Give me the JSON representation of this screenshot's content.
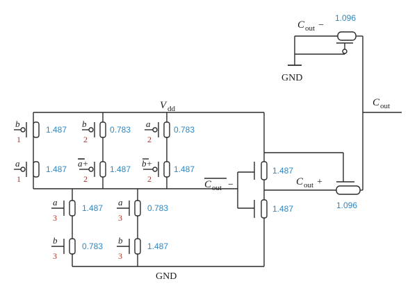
{
  "colors": {
    "value": "#2e86c1",
    "index": "#a93226",
    "wire": "#2a2a2a"
  },
  "labels": {
    "vdd_main": "V",
    "vdd_sub": "dd",
    "gnd_bottom": "GND",
    "gnd_top": "GND",
    "cout_main": "C",
    "cout_sub": "out",
    "cout_minus_main": "C",
    "cout_minus_sub": "out",
    "cout_minus_sign": "−",
    "cout_plus_main": "C",
    "cout_plus_sub": "out",
    "cout_plus_sign": "+",
    "coutbar_main": "C",
    "coutbar_sub": "out",
    "coutbar_sign": "−"
  },
  "transistors": [
    {
      "id": "pu-b1",
      "gate": "b",
      "index": "1",
      "value": "1.487"
    },
    {
      "id": "pu-b2",
      "gate": "b",
      "index": "2",
      "value": "0.783"
    },
    {
      "id": "pu-a2",
      "gate": "a",
      "index": "2",
      "value": "0.783"
    },
    {
      "id": "pu-a1",
      "gate": "a",
      "index": "1",
      "value": "1.487"
    },
    {
      "id": "pu-abar",
      "gate": "a+",
      "index": "2",
      "value": "1.487"
    },
    {
      "id": "pu-bbar",
      "gate": "b+",
      "index": "2",
      "value": "1.487"
    },
    {
      "id": "pd-a3l",
      "gate": "a",
      "index": "3",
      "value": "1.487"
    },
    {
      "id": "pd-a3r",
      "gate": "a",
      "index": "3",
      "value": "0.783"
    },
    {
      "id": "pd-b3l",
      "gate": "b",
      "index": "3",
      "value": "0.783"
    },
    {
      "id": "pd-b3r",
      "gate": "b",
      "index": "3",
      "value": "1.487"
    },
    {
      "id": "inv-p",
      "value": "1.487"
    },
    {
      "id": "inv-n",
      "value": "1.487"
    },
    {
      "id": "cap-top",
      "value": "1.096"
    },
    {
      "id": "cap-bot",
      "value": "1.096"
    }
  ]
}
